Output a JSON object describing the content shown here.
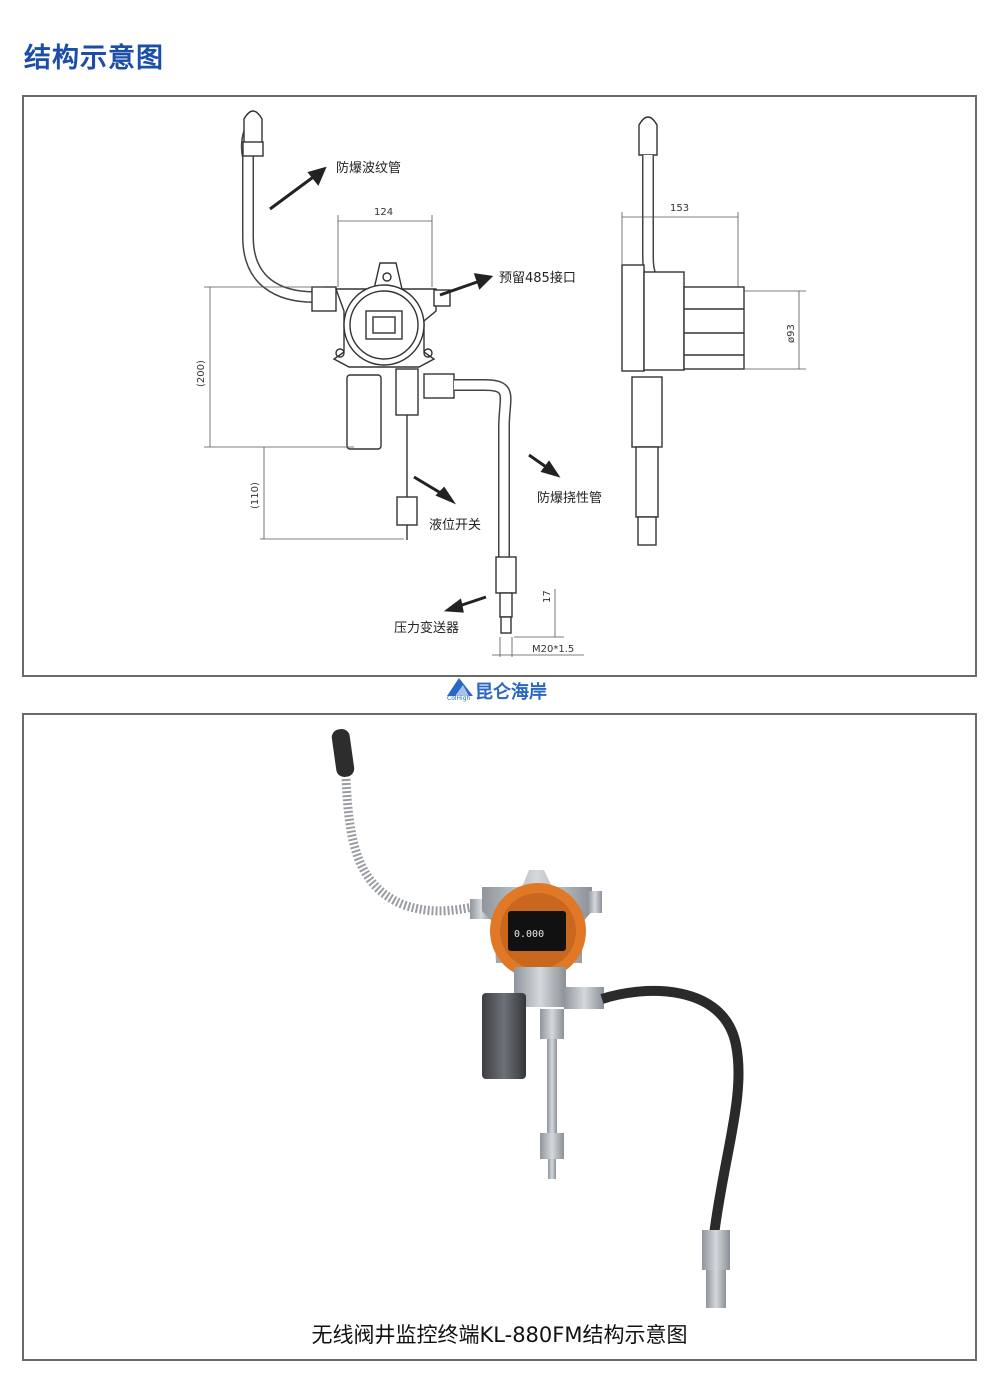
{
  "header": {
    "title": "结构示意图"
  },
  "diagram": {
    "labels": {
      "bellows_tube": "防爆波纹管",
      "port_485": "预留485接口",
      "flexible_tube": "防爆挠性管",
      "level_switch": "液位开关",
      "pressure_transmitter": "压力变送器"
    },
    "dimensions": {
      "width_front": "124",
      "height_main": "(200)",
      "height_lower": "(110)",
      "width_side": "153",
      "diameter": "ø93",
      "thread_len": "17",
      "thread": "M20*1.5"
    }
  },
  "photo": {
    "caption": "无线阀井监控终端KL-880FM结构示意图",
    "display_reading": "0.000"
  },
  "watermark": {
    "brand": "昆仑海岸",
    "sub": "ColHigh"
  },
  "colors": {
    "title_blue": "#1c4ea8",
    "orange": "#e07826",
    "steel": "#a9aeb4",
    "hose": "#2a2a2a"
  }
}
